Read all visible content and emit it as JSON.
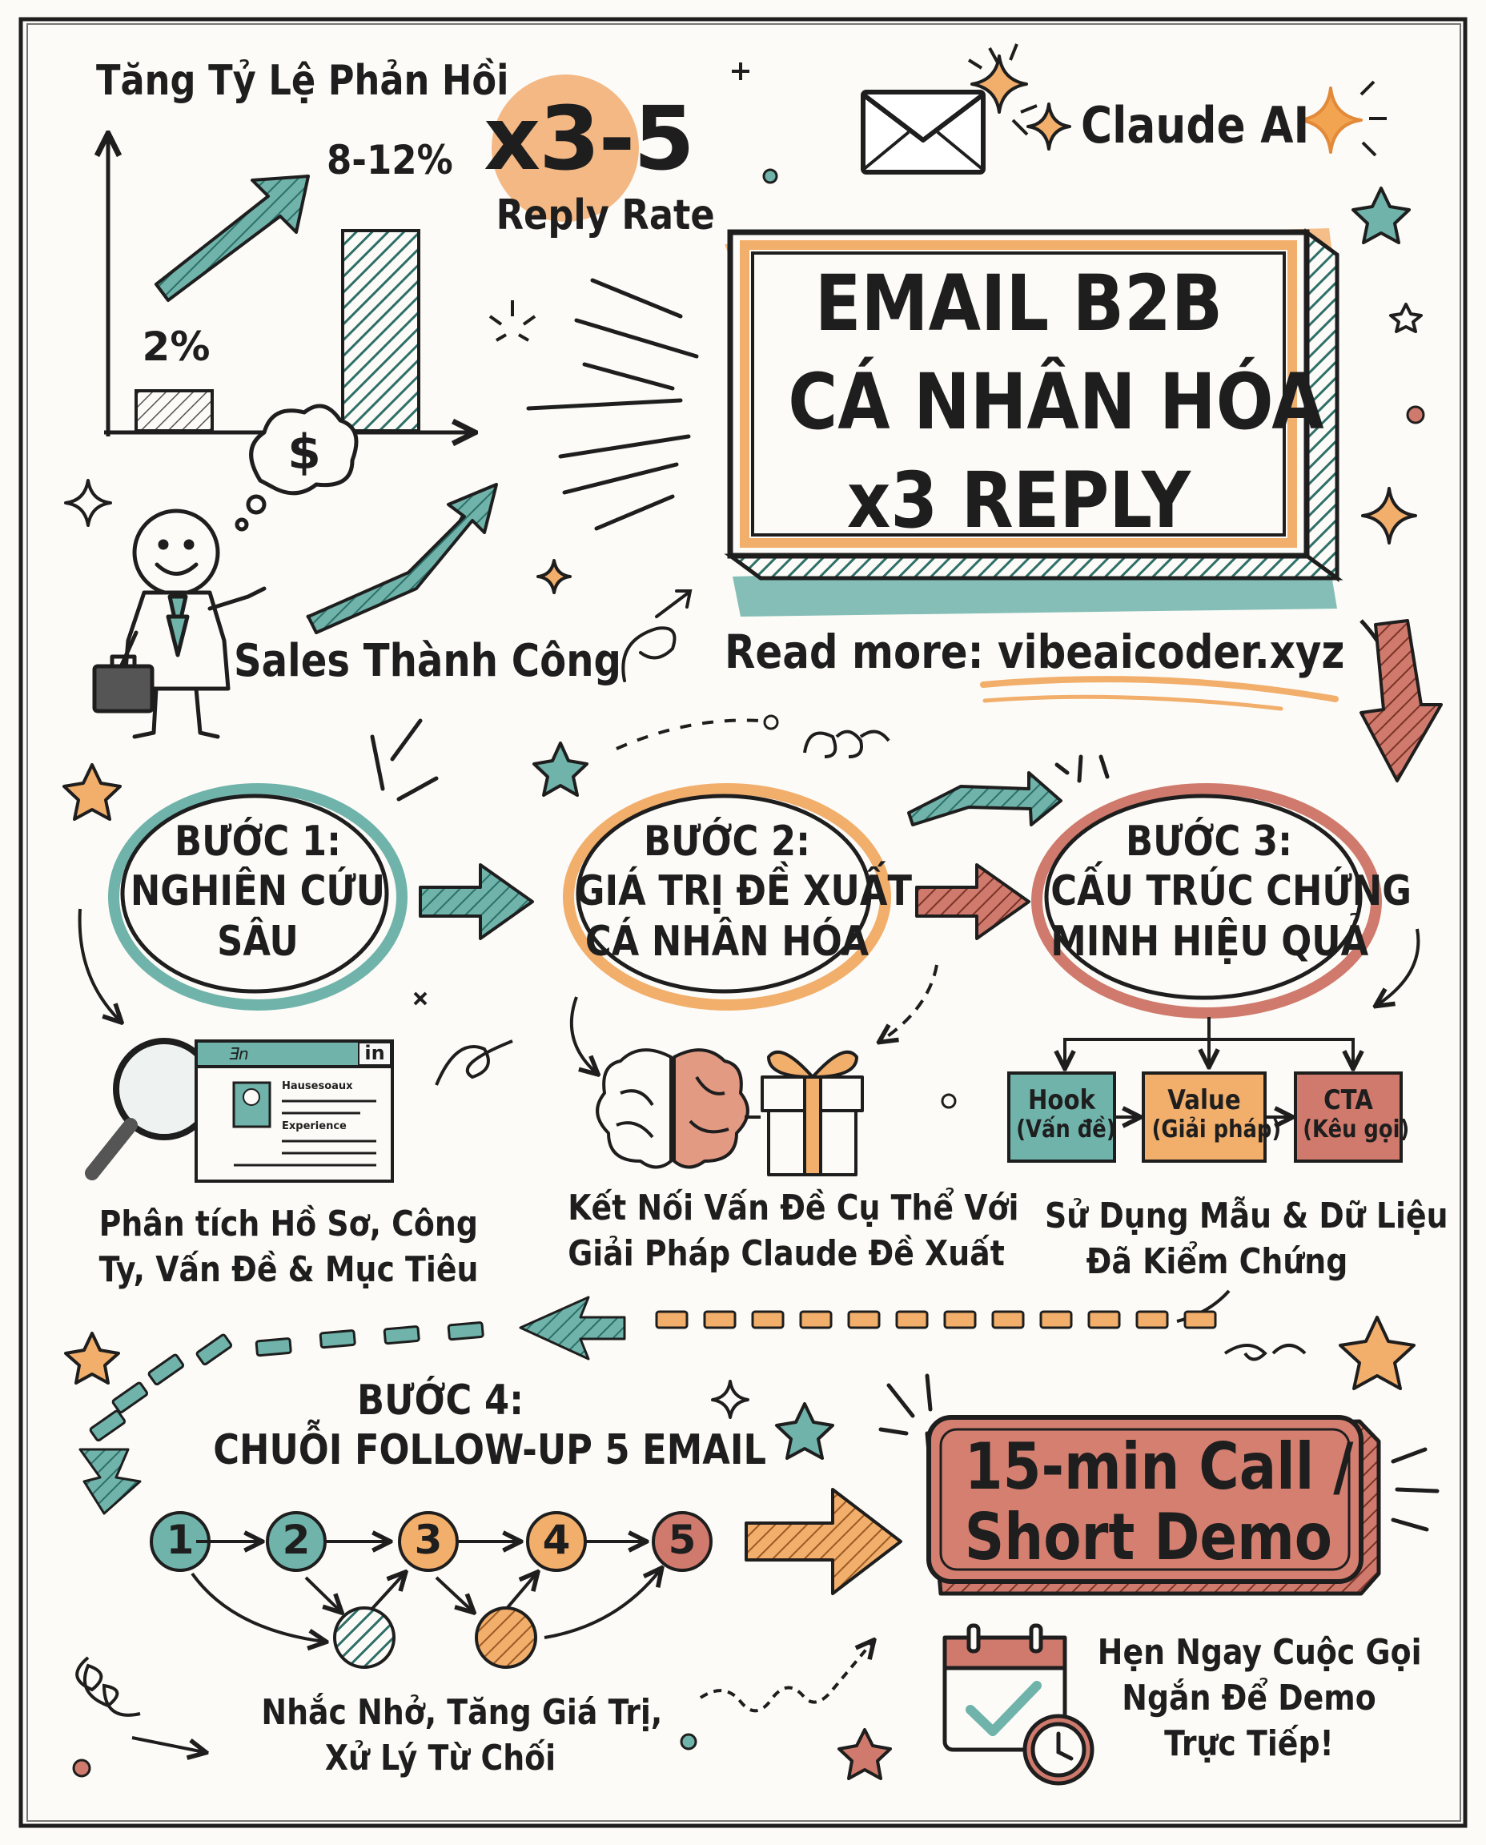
{
  "chart": {
    "title": "Tăng Tỷ Lệ Phản Hồi",
    "bars": [
      {
        "label": "2%",
        "value": 2
      },
      {
        "label": "8-12%",
        "value": 10
      }
    ]
  },
  "multiplier": {
    "value": "x3-5",
    "label": "Reply Rate"
  },
  "brand": "Claude AI",
  "hero": {
    "line1": "EMAIL B2B",
    "line2": "CÁ NHÂN HÓA",
    "line3": "x3 REPLY"
  },
  "read_more": {
    "prefix": "Read more:",
    "url": "vibeaicoder.xyz"
  },
  "salesperson_caption": "Sales Thành Công",
  "steps": [
    {
      "title": "BƯỚC 1:",
      "line2": "NGHIÊN CỨU",
      "line3": "SÂU",
      "caption1": "Phân tích Hồ Sơ, Công",
      "caption2": "Ty, Vấn Đề & Mục Tiêu"
    },
    {
      "title": "BƯỚC 2:",
      "line2": "GIÁ TRỊ ĐỀ XUẤT",
      "line3": "CÁ NHÂN HÓA",
      "caption1": "Kết Nối Vấn Đề Cụ Thể Với",
      "caption2": "Giải Pháp Claude Đề Xuất"
    },
    {
      "title": "BƯỚC 3:",
      "line2": "CẤU TRÚC CHỨNG",
      "line3": "MINH HIỆU QUẢ",
      "caption1": "Sử Dụng Mẫu & Dữ Liệu",
      "caption2": "Đã Kiểm Chứng"
    },
    {
      "title": "BƯỚC 4:",
      "line2": "CHUỖI FOLLOW-UP 5 EMAIL",
      "caption1": "Nhắc Nhở, Tăng Giá Trị,",
      "caption2": "Xử Lý Từ Chối"
    }
  ],
  "structure": [
    {
      "name": "Hook",
      "desc": "(Vấn đề)",
      "color": "#6fb3aa"
    },
    {
      "name": "Value",
      "desc": "(Giải pháp)",
      "color": "#f2ae6b"
    },
    {
      "name": "CTA",
      "desc": "(Kêu gọi)",
      "color": "#cf7a6c"
    }
  ],
  "profile_card": {
    "badge": "in",
    "header": "Ǝn",
    "name": "Hausesoaux",
    "section": "Experience"
  },
  "followup_numbers": [
    "1",
    "2",
    "3",
    "4",
    "5"
  ],
  "cta": {
    "line1": "15-min Call /",
    "line2": "Short Demo",
    "caption1": "Hẹn Ngay Cuộc Gọi",
    "caption2": "Ngắn Để Demo",
    "caption3": "Trực Tiếp!"
  },
  "icons": [
    "envelope-icon",
    "sparkle-icon",
    "dollar-icon",
    "briefcase-icon",
    "magnifier-icon",
    "brain-icon",
    "gift-icon",
    "calendar-check-icon",
    "clock-icon",
    "star-icon"
  ],
  "colors": {
    "teal": "#6fb3aa",
    "orange": "#f2ae6b",
    "coral": "#cf7a6c",
    "ink": "#1e1e1e",
    "paper": "#fcfbf7"
  }
}
